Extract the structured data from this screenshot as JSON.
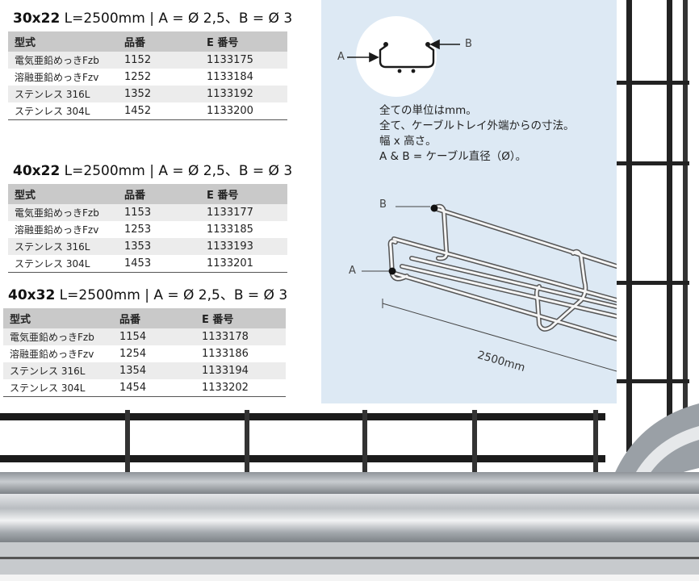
{
  "tables": [
    {
      "size": "30x22",
      "spec": " L=2500mm | A = Ø 2,5、B = Ø 3",
      "headers": [
        "型式",
        "品番",
        "E 番号"
      ],
      "rows": [
        [
          "電気亜鉛めっきFzb",
          "1152",
          "1133175"
        ],
        [
          "溶融亜鉛めっきFzv",
          "1252",
          "1133184"
        ],
        [
          "ステンレス 316L",
          "1352",
          "1133192"
        ],
        [
          "ステンレス 304L",
          "1452",
          "1133200"
        ]
      ]
    },
    {
      "size": "40x22",
      "spec": " L=2500mm | A = Ø 2,5、B = Ø 3",
      "headers": [
        "型式",
        "品番",
        "E 番号"
      ],
      "rows": [
        [
          "電気亜鉛めっきFzb",
          "1153",
          "1133177"
        ],
        [
          "溶融亜鉛めっきFzv",
          "1253",
          "1133185"
        ],
        [
          "ステンレス 316L",
          "1353",
          "1133193"
        ],
        [
          "ステンレス 304L",
          "1453",
          "1133201"
        ]
      ]
    },
    {
      "size": "40x32",
      "spec": " L=2500mm | A = Ø 2,5、B = Ø 3",
      "headers": [
        "型式",
        "品番",
        "E 番号"
      ],
      "rows": [
        [
          "電気亜鉛めっきFzb",
          "1154",
          "1133178"
        ],
        [
          "溶融亜鉛めっきFzv",
          "1254",
          "1133186"
        ],
        [
          "ステンレス 316L",
          "1354",
          "1133194"
        ],
        [
          "ステンレス 304L",
          "1454",
          "1133202"
        ]
      ]
    }
  ],
  "diagram": {
    "label_a": "A",
    "label_b": "B",
    "notes": [
      "全ての単位はmm。",
      "全て、ケーブルトレイ外端からの寸法。",
      "幅 x 高さ。",
      "A & B = ケーブル直径（Ø）。"
    ],
    "length_label": "2500mm"
  },
  "colors": {
    "panel_bg": "#dde9f4",
    "header_bg": "#c9c9c9",
    "row_alt_bg": "#ececec"
  }
}
